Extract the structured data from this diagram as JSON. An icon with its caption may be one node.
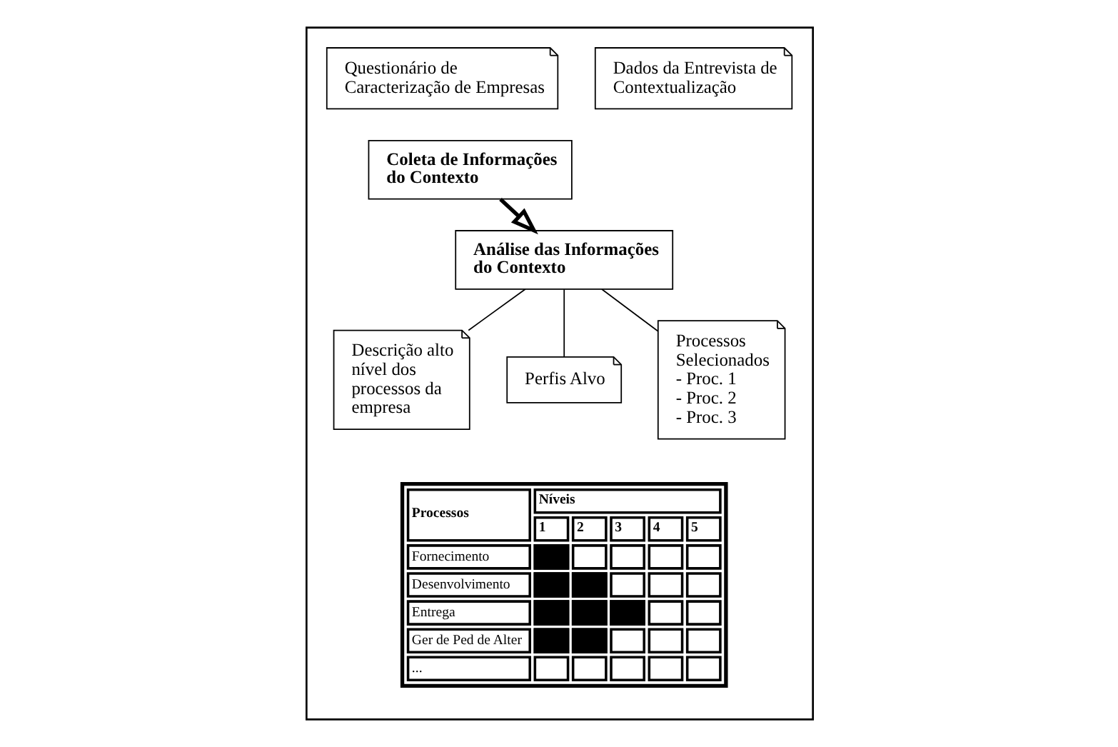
{
  "diagram": {
    "nodes": [
      {
        "text": [],
        "shape": "box"
      },
      {
        "text": [
          "Questionário de Caracterização de Empresas"
        ],
        "in": 0
      },
      {
        "text": [
          "Dados da Entrevista de Contextualização"
        ],
        "in": 0
      },
      {
        "text": [
          "Coleta de Informações do Contexto"
        ],
        "in": 0
      },
      {
        "text": [
          "Análise das Informações do Contexto"
        ],
        "in": 0
      },
      {
        "text": [
          "Descrição alto nível dos processos da empresa"
        ],
        "in": 0
      },
      {
        "text": [
          "Perfis Alvo"
        ],
        "in": 0
      },
      {
        "text": [
          "Processos Selecionados",
          "- Proc. 1",
          "- Proc. 2",
          "- Proc. 3"
        ],
        "in": 0
      }
    ],
    "edges": [
      {
        "from": 3,
        "to": 4,
        "arrow": "to",
        "style": "thick"
      },
      {
        "from": 4,
        "to": 5,
        "arrow": "none"
      },
      {
        "from": 4,
        "to": 6,
        "arrow": "none"
      },
      {
        "from": 4,
        "to": 7,
        "arrow": "none"
      }
    ],
    "labels": [
      "Processos",
      "Níveis",
      "1",
      "2",
      "3",
      "4",
      "5",
      "Fornecimento",
      "Desenvolvimento",
      "Entrega",
      "Ger de Ped de Alter",
      "..."
    ]
  }
}
